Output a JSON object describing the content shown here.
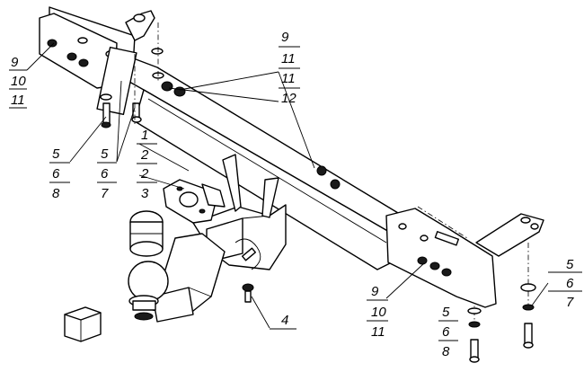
{
  "callouts": {
    "top_left": [
      "9",
      "10",
      "11"
    ],
    "top_right": [
      "9",
      "11",
      "11",
      "12"
    ],
    "mid_left_outer": [
      "5",
      "6",
      "8"
    ],
    "mid_left_inner": [
      "5",
      "6",
      "7"
    ],
    "center": [
      "1",
      "2",
      "2",
      "3"
    ],
    "bolt_label": "4",
    "bottom_center": [
      "9",
      "10",
      "11"
    ],
    "bottom_right_inner": [
      "5",
      "6",
      "8"
    ],
    "bottom_right_outer": [
      "5",
      "6",
      "7"
    ]
  },
  "colors": {
    "line": "#000000",
    "background": "#ffffff",
    "fill": "#d9d9d9"
  }
}
